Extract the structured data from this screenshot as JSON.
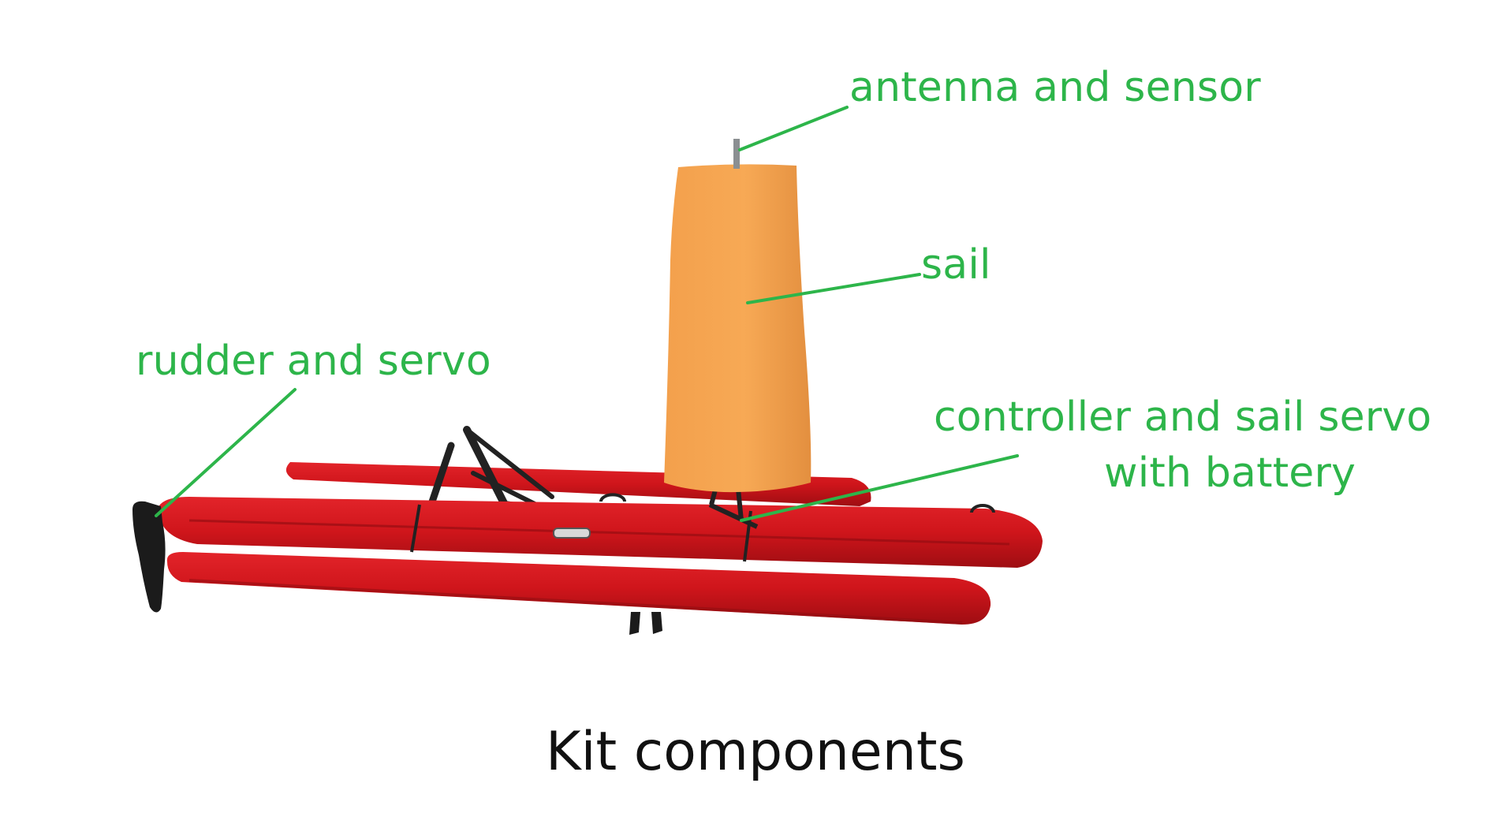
{
  "colors": {
    "annotation": "#2db54a",
    "caption": "#111111",
    "hull": "#d0141b",
    "hull_shadow": "#8e0c10",
    "sail": "#f5a14c",
    "sail_shadow": "#d9853a",
    "rudder": "#1b1b1b"
  },
  "labels": {
    "antenna": "antenna and sensor",
    "sail": "sail",
    "rudder": "rudder and servo",
    "controller_line1": "controller and sail servo",
    "controller_line2": "with battery"
  },
  "caption": "Kit components"
}
